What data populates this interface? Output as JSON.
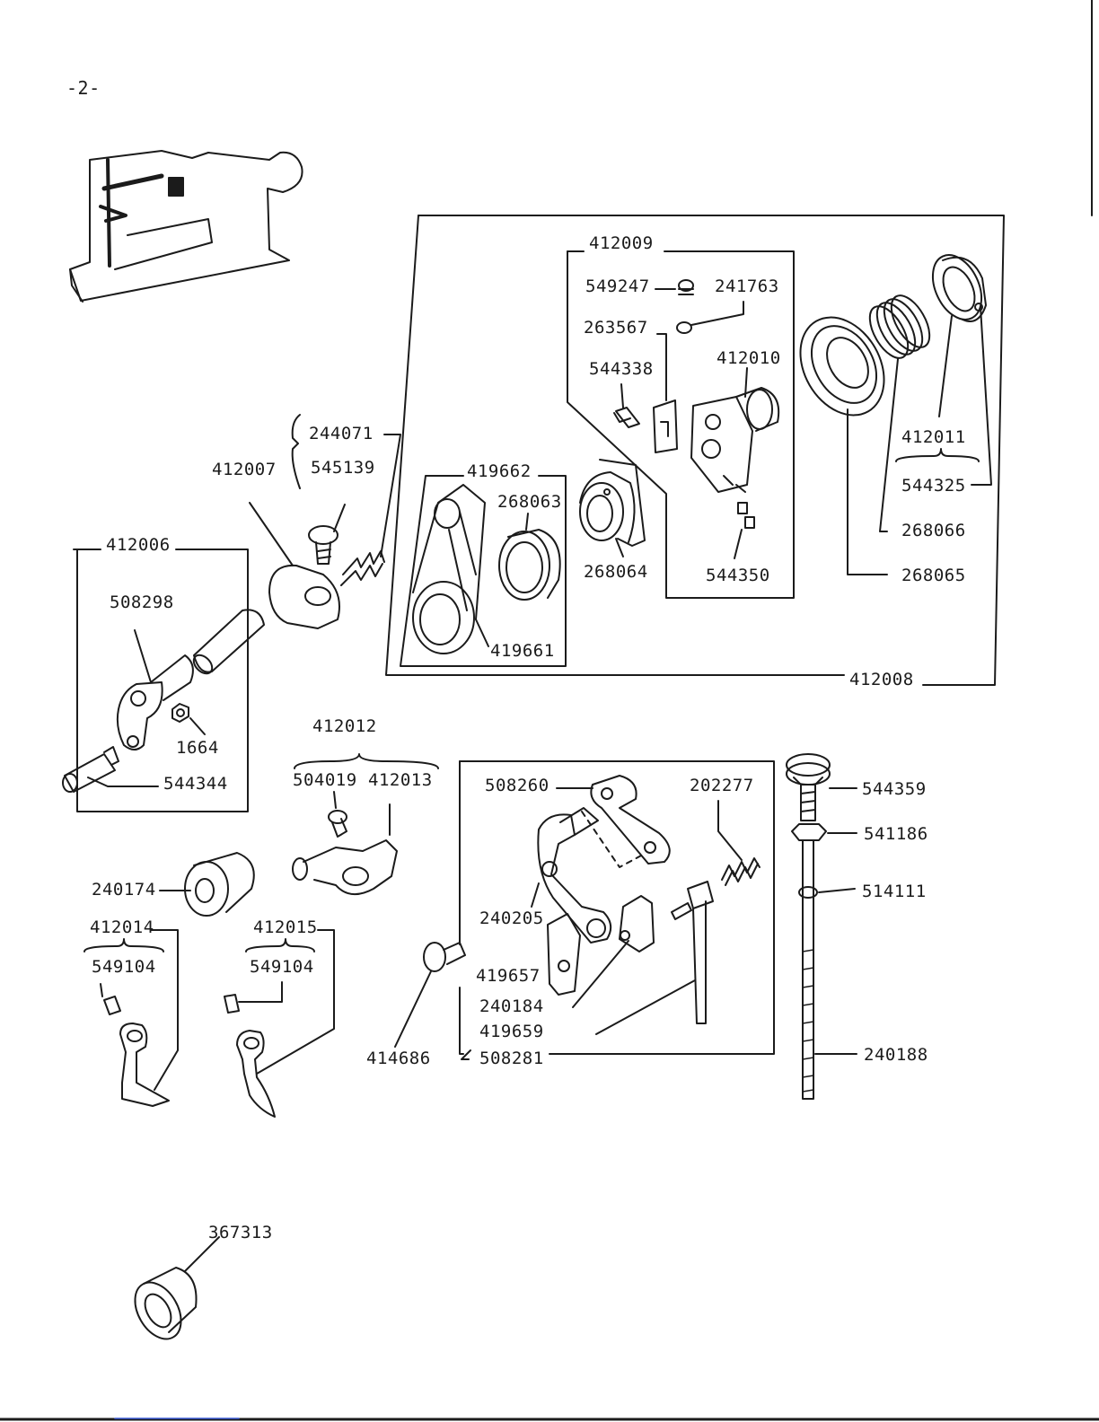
{
  "page_number": "-2-",
  "assemblies": {
    "412007": {
      "number": "412007",
      "parts": [
        "244071",
        "545139"
      ]
    },
    "412006": {
      "number": "412006",
      "parts": [
        "508298",
        "1664",
        "544344"
      ]
    },
    "412008": {
      "number": "412008"
    },
    "412009": {
      "number": "412009",
      "parts": [
        "549247",
        "241763",
        "263567",
        "544338",
        "412010",
        "544350"
      ]
    },
    "419662": {
      "number": "419662",
      "parts": [
        "268063",
        "419661"
      ]
    },
    "412011": {
      "number": "412011",
      "parts": [
        "544325"
      ]
    },
    "412012": {
      "number": "412012",
      "parts": [
        "504019",
        "412013"
      ]
    },
    "412014": {
      "number": "412014",
      "parts": [
        "549104"
      ]
    },
    "412015": {
      "number": "412015",
      "parts": [
        "549104"
      ]
    },
    "508281": {
      "number": "508281",
      "parts": [
        "508260",
        "202277",
        "240205",
        "419657",
        "240184",
        "419659"
      ]
    }
  },
  "labels": {
    "l412009": "412009",
    "l549247": "549247",
    "l241763": "241763",
    "l263567": "263567",
    "l544338": "544338",
    "l412010": "412010",
    "l412011": "412011",
    "l544325": "544325",
    "l268066": "268066",
    "l268065": "268065",
    "l244071": "244071",
    "l545139": "545139",
    "l412007": "412007",
    "l419662": "419662",
    "l268063": "268063",
    "l268064": "268064",
    "l544350": "544350",
    "l419661": "419661",
    "l412008": "412008",
    "l412006": "412006",
    "l508298": "508298",
    "l1664": "1664",
    "l544344": "544344",
    "l412012": "412012",
    "l504019": "504019",
    "l412013": "412013",
    "l508260": "508260",
    "l202277": "202277",
    "l544359": "544359",
    "l541186": "541186",
    "l514111": "514111",
    "l240174": "240174",
    "l412014": "412014",
    "l549104a": "549104",
    "l412015": "412015",
    "l549104b": "549104",
    "l240205": "240205",
    "l419657": "419657",
    "l240184": "240184",
    "l419659": "419659",
    "l414686": "414686",
    "l508281": "508281",
    "l240188": "240188",
    "l367313": "367313"
  }
}
